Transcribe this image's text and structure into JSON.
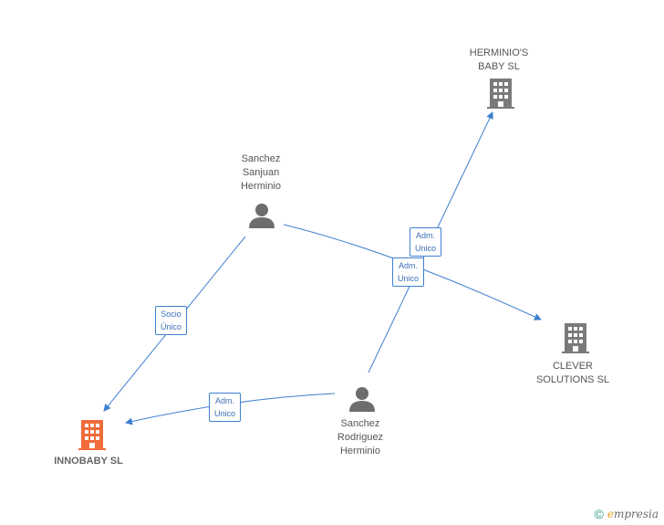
{
  "colors": {
    "edge": "#3f7fd0",
    "company": "#7a7a7a",
    "company_main": "#f26b3a",
    "person": "#6d6d6d"
  },
  "nodes": {
    "herminios_baby": {
      "label": "HERMINIO'S\nBABY SL",
      "icon": "building-icon"
    },
    "sanchez_sanjuan": {
      "label": "Sanchez\nSanjuan\nHerminio",
      "icon": "person-icon"
    },
    "clever_solutions": {
      "label": "CLEVER\nSOLUTIONS SL",
      "icon": "building-icon"
    },
    "sanchez_rodriguez": {
      "label": "Sanchez\nRodriguez\nHerminio",
      "icon": "person-icon"
    },
    "innobaby": {
      "label": "INNOBABY SL",
      "icon": "building-icon"
    }
  },
  "edges": {
    "socio_unico": {
      "label": "Socio\nÚnico"
    },
    "adm_unico_herminios": {
      "label": "Adm.\nUnico"
    },
    "adm_unico_clever": {
      "label": "Adm.\nUnico"
    },
    "adm_unico_innobaby": {
      "label": "Adm.\nUnico"
    }
  },
  "footer": {
    "copyright": "©",
    "brand_initial": "e",
    "brand_rest": "mpresia"
  }
}
